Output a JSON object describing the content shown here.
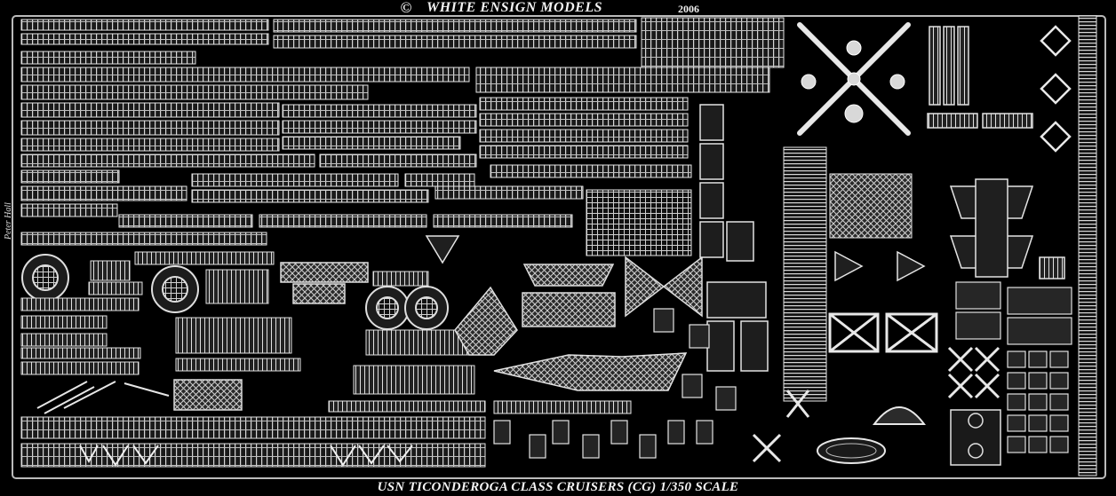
{
  "header": {
    "copyright_symbol": "©",
    "manufacturer": "WHITE ENSIGN MODELS",
    "year": "2006"
  },
  "signature": "Peter Hall",
  "footer": {
    "product_name": "USN TICONDEROGA CLASS CRUISERS (CG) 1/350 SCALE"
  },
  "colors": {
    "background": "#000000",
    "metal": "#cfcfcf",
    "metal_light": "#efefef",
    "metal_dark": "#8a8a8a"
  }
}
